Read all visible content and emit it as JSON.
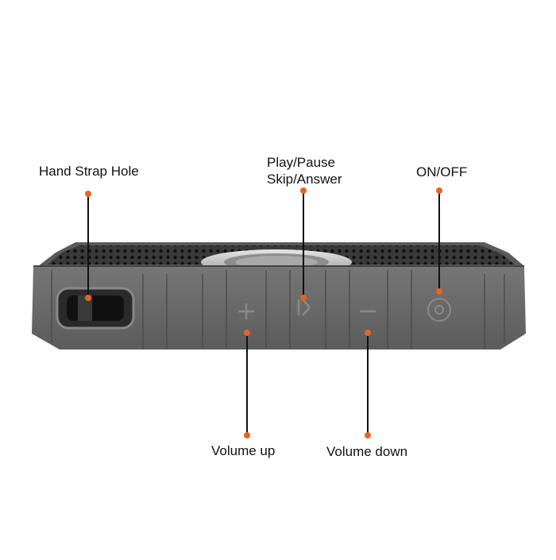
{
  "labels": {
    "hand_strap_hole": "Hand Strap Hole",
    "play_pause_line1": "Play/Pause",
    "play_pause_line2": "Skip/Answer",
    "on_off": "ON/OFF",
    "volume_up": "Volume up",
    "volume_down": "Volume down"
  },
  "colors": {
    "callout_dot": "#e8641e",
    "callout_line": "#111111",
    "body_gray": "#6b6b6b",
    "body_dark": "#505050",
    "speaker_ring": "#c9c9c9"
  }
}
